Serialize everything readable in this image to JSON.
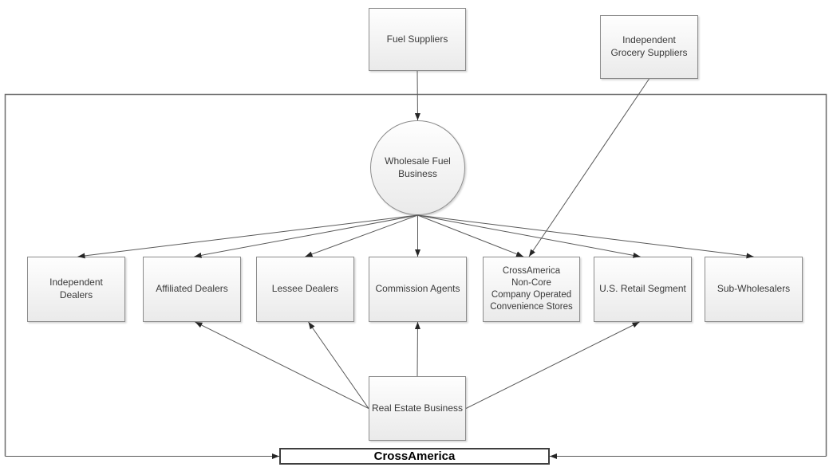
{
  "diagram": {
    "nodes": {
      "fuel_suppliers": {
        "label": "Fuel Suppliers"
      },
      "grocery_suppliers": {
        "label": "Independent\nGrocery Suppliers"
      },
      "wholesale_fuel": {
        "label": "Wholesale Fuel\nBusiness"
      },
      "independent_dealers": {
        "label": "Independent\nDealers"
      },
      "affiliated_dealers": {
        "label": "Affiliated Dealers"
      },
      "lessee_dealers": {
        "label": "Lessee Dealers"
      },
      "commission_agents": {
        "label": "Commission Agents"
      },
      "noncore_stores": {
        "label": "CrossAmerica\nNon-Core\nCompany Operated\nConvenience Stores"
      },
      "us_retail": {
        "label": "U.S. Retail Segment"
      },
      "sub_wholesalers": {
        "label": "Sub-Wholesalers"
      },
      "real_estate": {
        "label": "Real Estate Business"
      },
      "crossamerica": {
        "label": "CrossAmerica"
      }
    },
    "edges": [
      {
        "from": "fuel_suppliers",
        "to": "wholesale_fuel"
      },
      {
        "from": "grocery_suppliers",
        "to": "noncore_stores"
      },
      {
        "from": "wholesale_fuel",
        "to": "independent_dealers"
      },
      {
        "from": "wholesale_fuel",
        "to": "affiliated_dealers"
      },
      {
        "from": "wholesale_fuel",
        "to": "lessee_dealers"
      },
      {
        "from": "wholesale_fuel",
        "to": "commission_agents"
      },
      {
        "from": "wholesale_fuel",
        "to": "noncore_stores"
      },
      {
        "from": "wholesale_fuel",
        "to": "us_retail"
      },
      {
        "from": "wholesale_fuel",
        "to": "sub_wholesalers"
      },
      {
        "from": "real_estate",
        "to": "affiliated_dealers"
      },
      {
        "from": "real_estate",
        "to": "lessee_dealers"
      },
      {
        "from": "real_estate",
        "to": "commission_agents"
      },
      {
        "from": "real_estate",
        "to": "us_retail"
      },
      {
        "from": "boundary_left",
        "to": "crossamerica"
      },
      {
        "from": "boundary_right",
        "to": "crossamerica"
      }
    ],
    "colors": {
      "node_border": "#8c8c8c",
      "connector": "#595959",
      "arrowhead": "#262626",
      "boundary": "#6e6e6e",
      "label_text": "#3a3a3a",
      "title_text": "#000000"
    }
  }
}
